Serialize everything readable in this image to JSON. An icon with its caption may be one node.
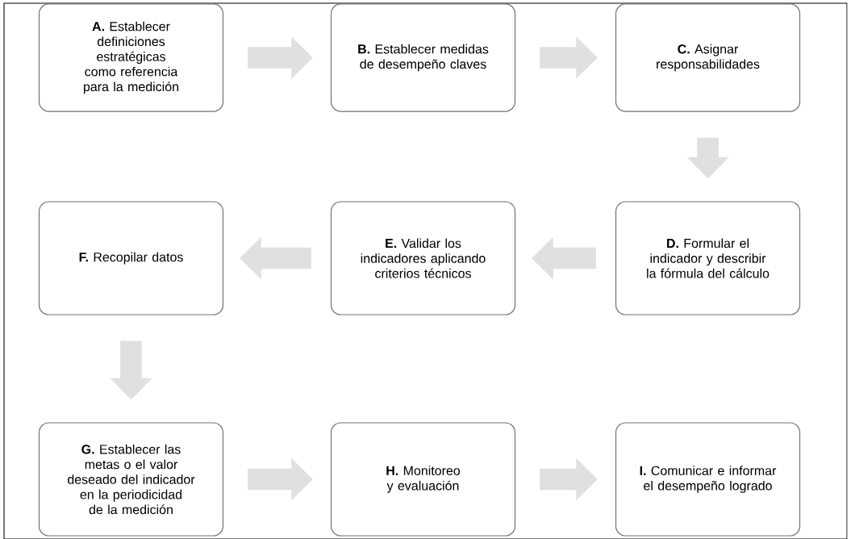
{
  "diagram": {
    "nodes": [
      {
        "text": [
          "**A.** Establecer definiciones estratégicas como referencia para la medición"
        ]
      },
      {
        "text": [
          "**B.** Establecer medidas de desempeño claves"
        ]
      },
      {
        "text": [
          "**C.** Asignar responsabilidades"
        ]
      },
      {
        "text": [
          "**D.** Formular el indicador y describir la fórmula del cálculo"
        ]
      },
      {
        "text": [
          "**E.** Validar los indicadores aplicando criterios técnicos"
        ]
      },
      {
        "text": [
          "**F.** Recopilar datos"
        ]
      },
      {
        "text": [
          "**G.** Establecer las metas o el valor deseado del indicador en la periodicidad de la medición"
        ]
      },
      {
        "text": [
          "**H.** Monitoreo y evaluación"
        ]
      },
      {
        "text": [
          "**I.** Comunicar e informar el desempeño logrado"
        ]
      }
    ],
    "edges": [
      {
        "from": 0,
        "to": 1,
        "arrow": "to"
      },
      {
        "from": 1,
        "to": 2,
        "arrow": "to"
      },
      {
        "from": 2,
        "to": 3,
        "arrow": "to"
      },
      {
        "from": 3,
        "to": 4,
        "arrow": "to"
      },
      {
        "from": 4,
        "to": 5,
        "arrow": "to"
      },
      {
        "from": 5,
        "to": 6,
        "arrow": "to"
      },
      {
        "from": 6,
        "to": 7,
        "arrow": "to"
      },
      {
        "from": 7,
        "to": 8,
        "arrow": "to"
      }
    ]
  }
}
